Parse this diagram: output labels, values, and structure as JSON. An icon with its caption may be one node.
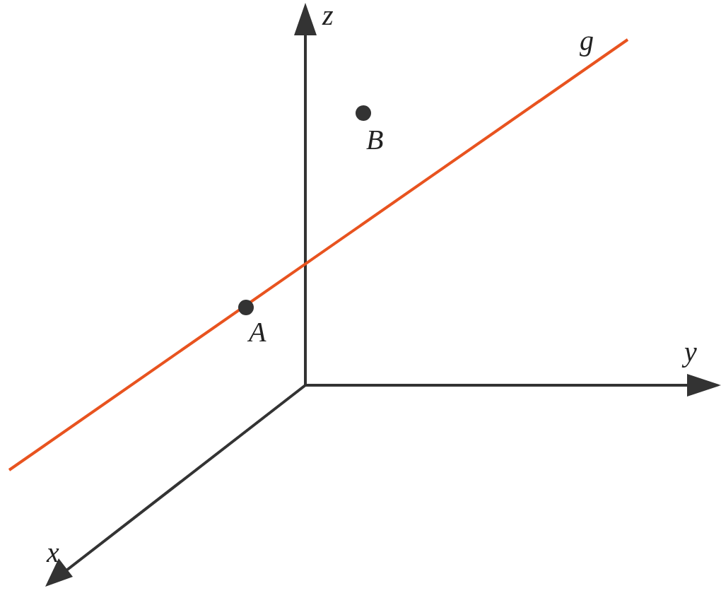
{
  "diagram": {
    "labels": [
      "z",
      "g",
      "B",
      "A",
      "y",
      "x"
    ]
  }
}
